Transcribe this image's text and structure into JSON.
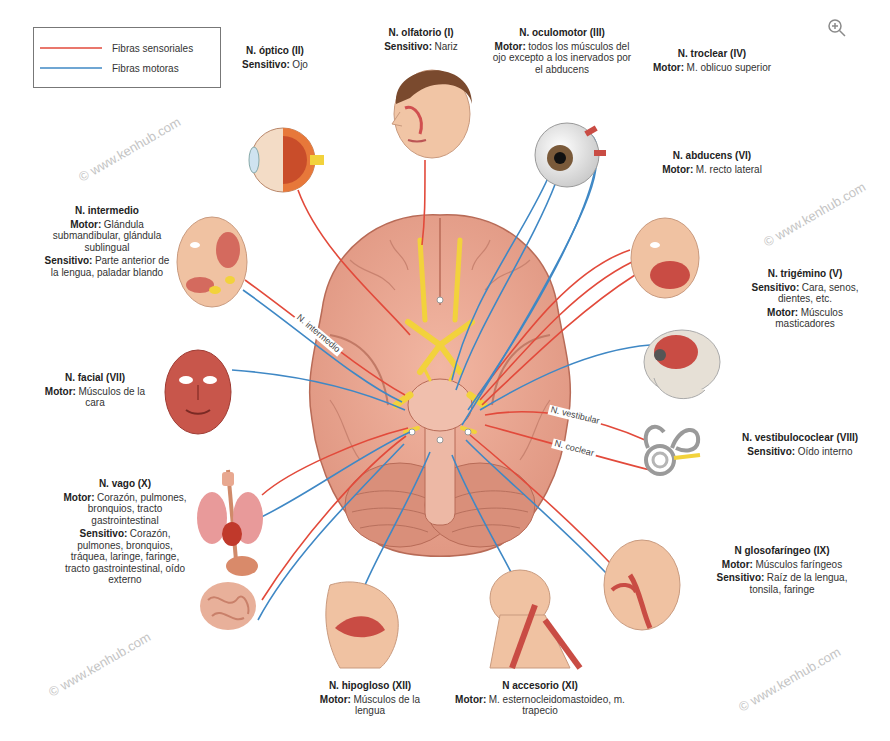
{
  "diagram": {
    "nodes": [
      {
        "text": [
          "N. olfatorio (I)",
          "Sensitivo:",
          "Nariz"
        ]
      },
      {
        "text": [
          "N. oculomotor (III)",
          "Motor:",
          "todos los músculos del ojo excepto a los inervados por el abducens"
        ]
      },
      {
        "text": [
          "N. óptico (II)",
          "Sensitivo:",
          "Ojo"
        ]
      },
      {
        "text": [
          "N. troclear (IV)",
          "Motor:",
          "M. oblicuo superior"
        ]
      },
      {
        "text": [
          "N. abducens (VI)",
          "Motor:",
          "M. recto lateral"
        ]
      },
      {
        "text": [
          "N. intermedio",
          "Motor:",
          "Glándula submandibular, glándula sublingual",
          "Sensitivo:",
          "Parte anterior de la lengua, paladar blando"
        ]
      },
      {
        "text": [
          "N. trigémino (V)",
          "Sensitivo:",
          "Cara, senos, dientes, etc.",
          "Motor:",
          "Músculos masticadores"
        ]
      },
      {
        "text": [
          "N. facial (VII)",
          "Motor:",
          "Músculos de la cara"
        ]
      },
      {
        "text": [
          "N. vestibulococlear (VIII)",
          "Sensitivo:",
          "Oído interno"
        ]
      },
      {
        "text": [
          "N. vago (X)",
          "Motor:",
          "Corazón, pulmones, bronquios, tracto gastrointestinal",
          "Sensitivo:",
          "Corazón, pulmones, bronquios, tráquea, laringe, faringe, tracto gastrointestinal, oído externo"
        ]
      },
      {
        "text": [
          "N glosofaríngeo (IX)",
          "Motor:",
          "Músculos faríngeos",
          "Sensitivo:",
          "Raíz de la lengua, tonsila, faringe"
        ]
      },
      {
        "text": [
          "N. hipogloso (XII)",
          "Motor:",
          "Músculos de la lengua"
        ]
      },
      {
        "text": [
          "N accesorio (XI)",
          "Motor:",
          "M. esternocleidomastoideo, m. trapecio"
        ]
      }
    ],
    "labels": [
      "N. intermedio",
      "N. vestibular",
      "N. coclear",
      "© www.kenhub.com",
      "© www.kenhub.com",
      "© www.kenhub.com",
      "© www.kenhub.com"
    ],
    "legend": [
      {
        "text": "Fibras sensoriales"
      },
      {
        "text": "Fibras motoras"
      }
    ]
  }
}
